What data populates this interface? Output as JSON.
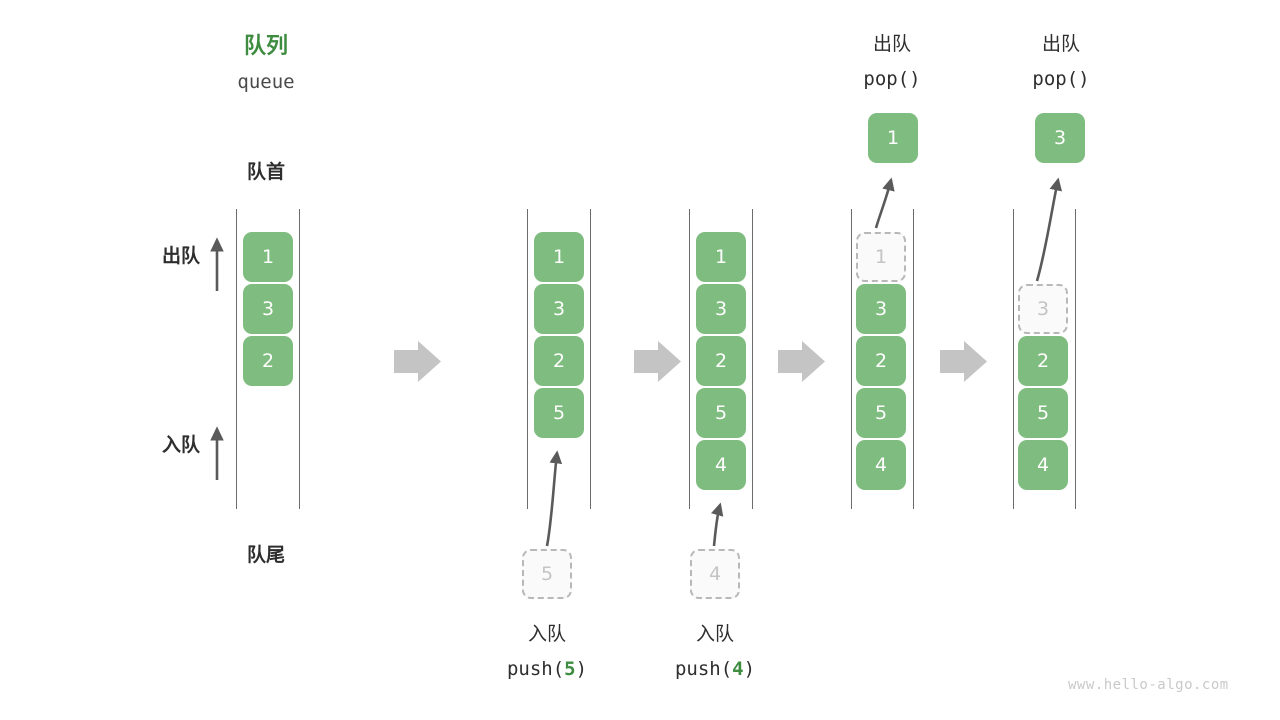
{
  "diagram": {
    "title_cn": "队列",
    "title_en": "queue",
    "head_label": "队首",
    "tail_label": "队尾",
    "dequeue_label": "出队",
    "enqueue_label": "入队",
    "watermark": "www.hello-algo.com",
    "colors": {
      "accent_green": "#7fbc7f",
      "title_green": "#3d8c40",
      "ghost_border": "#b8b8b8",
      "ghost_text": "#c4c4c4",
      "rail": "#6b6b6b",
      "step_arrow": "#c4c4c4",
      "pointer_arrow": "#5a5a5a",
      "text": "#2e2e2e",
      "watermark": "#c9c9c9"
    }
  },
  "steps": [
    {
      "id": "initial",
      "caption_cn": "",
      "caption_code": "",
      "cells": [
        {
          "value": "1",
          "state": "filled"
        },
        {
          "value": "3",
          "state": "filled"
        },
        {
          "value": "2",
          "state": "filled"
        }
      ],
      "floating": null,
      "result": null
    },
    {
      "id": "push-5",
      "caption_cn": "入队",
      "caption_code": "push(5)",
      "caption_code_arg": "5",
      "cells": [
        {
          "value": "1",
          "state": "filled"
        },
        {
          "value": "3",
          "state": "filled"
        },
        {
          "value": "2",
          "state": "filled"
        },
        {
          "value": "5",
          "state": "filled"
        }
      ],
      "floating": {
        "value": "5",
        "state": "ghost",
        "position": "below"
      },
      "result": null
    },
    {
      "id": "push-4",
      "caption_cn": "入队",
      "caption_code": "push(4)",
      "caption_code_arg": "4",
      "cells": [
        {
          "value": "1",
          "state": "filled"
        },
        {
          "value": "3",
          "state": "filled"
        },
        {
          "value": "2",
          "state": "filled"
        },
        {
          "value": "5",
          "state": "filled"
        },
        {
          "value": "4",
          "state": "filled"
        }
      ],
      "floating": {
        "value": "4",
        "state": "ghost",
        "position": "below"
      },
      "result": null
    },
    {
      "id": "pop-1",
      "caption_cn": "出队",
      "caption_code": "pop()",
      "cells": [
        {
          "value": "1",
          "state": "ghost"
        },
        {
          "value": "3",
          "state": "filled"
        },
        {
          "value": "2",
          "state": "filled"
        },
        {
          "value": "5",
          "state": "filled"
        },
        {
          "value": "4",
          "state": "filled"
        }
      ],
      "floating": null,
      "result": {
        "value": "1",
        "state": "filled",
        "position": "above"
      }
    },
    {
      "id": "pop-3",
      "caption_cn": "出队",
      "caption_code": "pop()",
      "cells": [
        {
          "value": "3",
          "state": "ghost"
        },
        {
          "value": "2",
          "state": "filled"
        },
        {
          "value": "5",
          "state": "filled"
        },
        {
          "value": "4",
          "state": "filled"
        }
      ],
      "floating": null,
      "result": {
        "value": "3",
        "state": "filled",
        "position": "above"
      }
    }
  ],
  "chart_data": {
    "type": "diagram",
    "title": "队列 queue",
    "sequence": [
      "initial [1,3,2]",
      "push(5) -> [1,3,2,5]",
      "push(4) -> [1,3,2,5,4]",
      "pop() -> 1, [3,2,5,4]",
      "pop() -> 3, [2,5,4]"
    ]
  }
}
